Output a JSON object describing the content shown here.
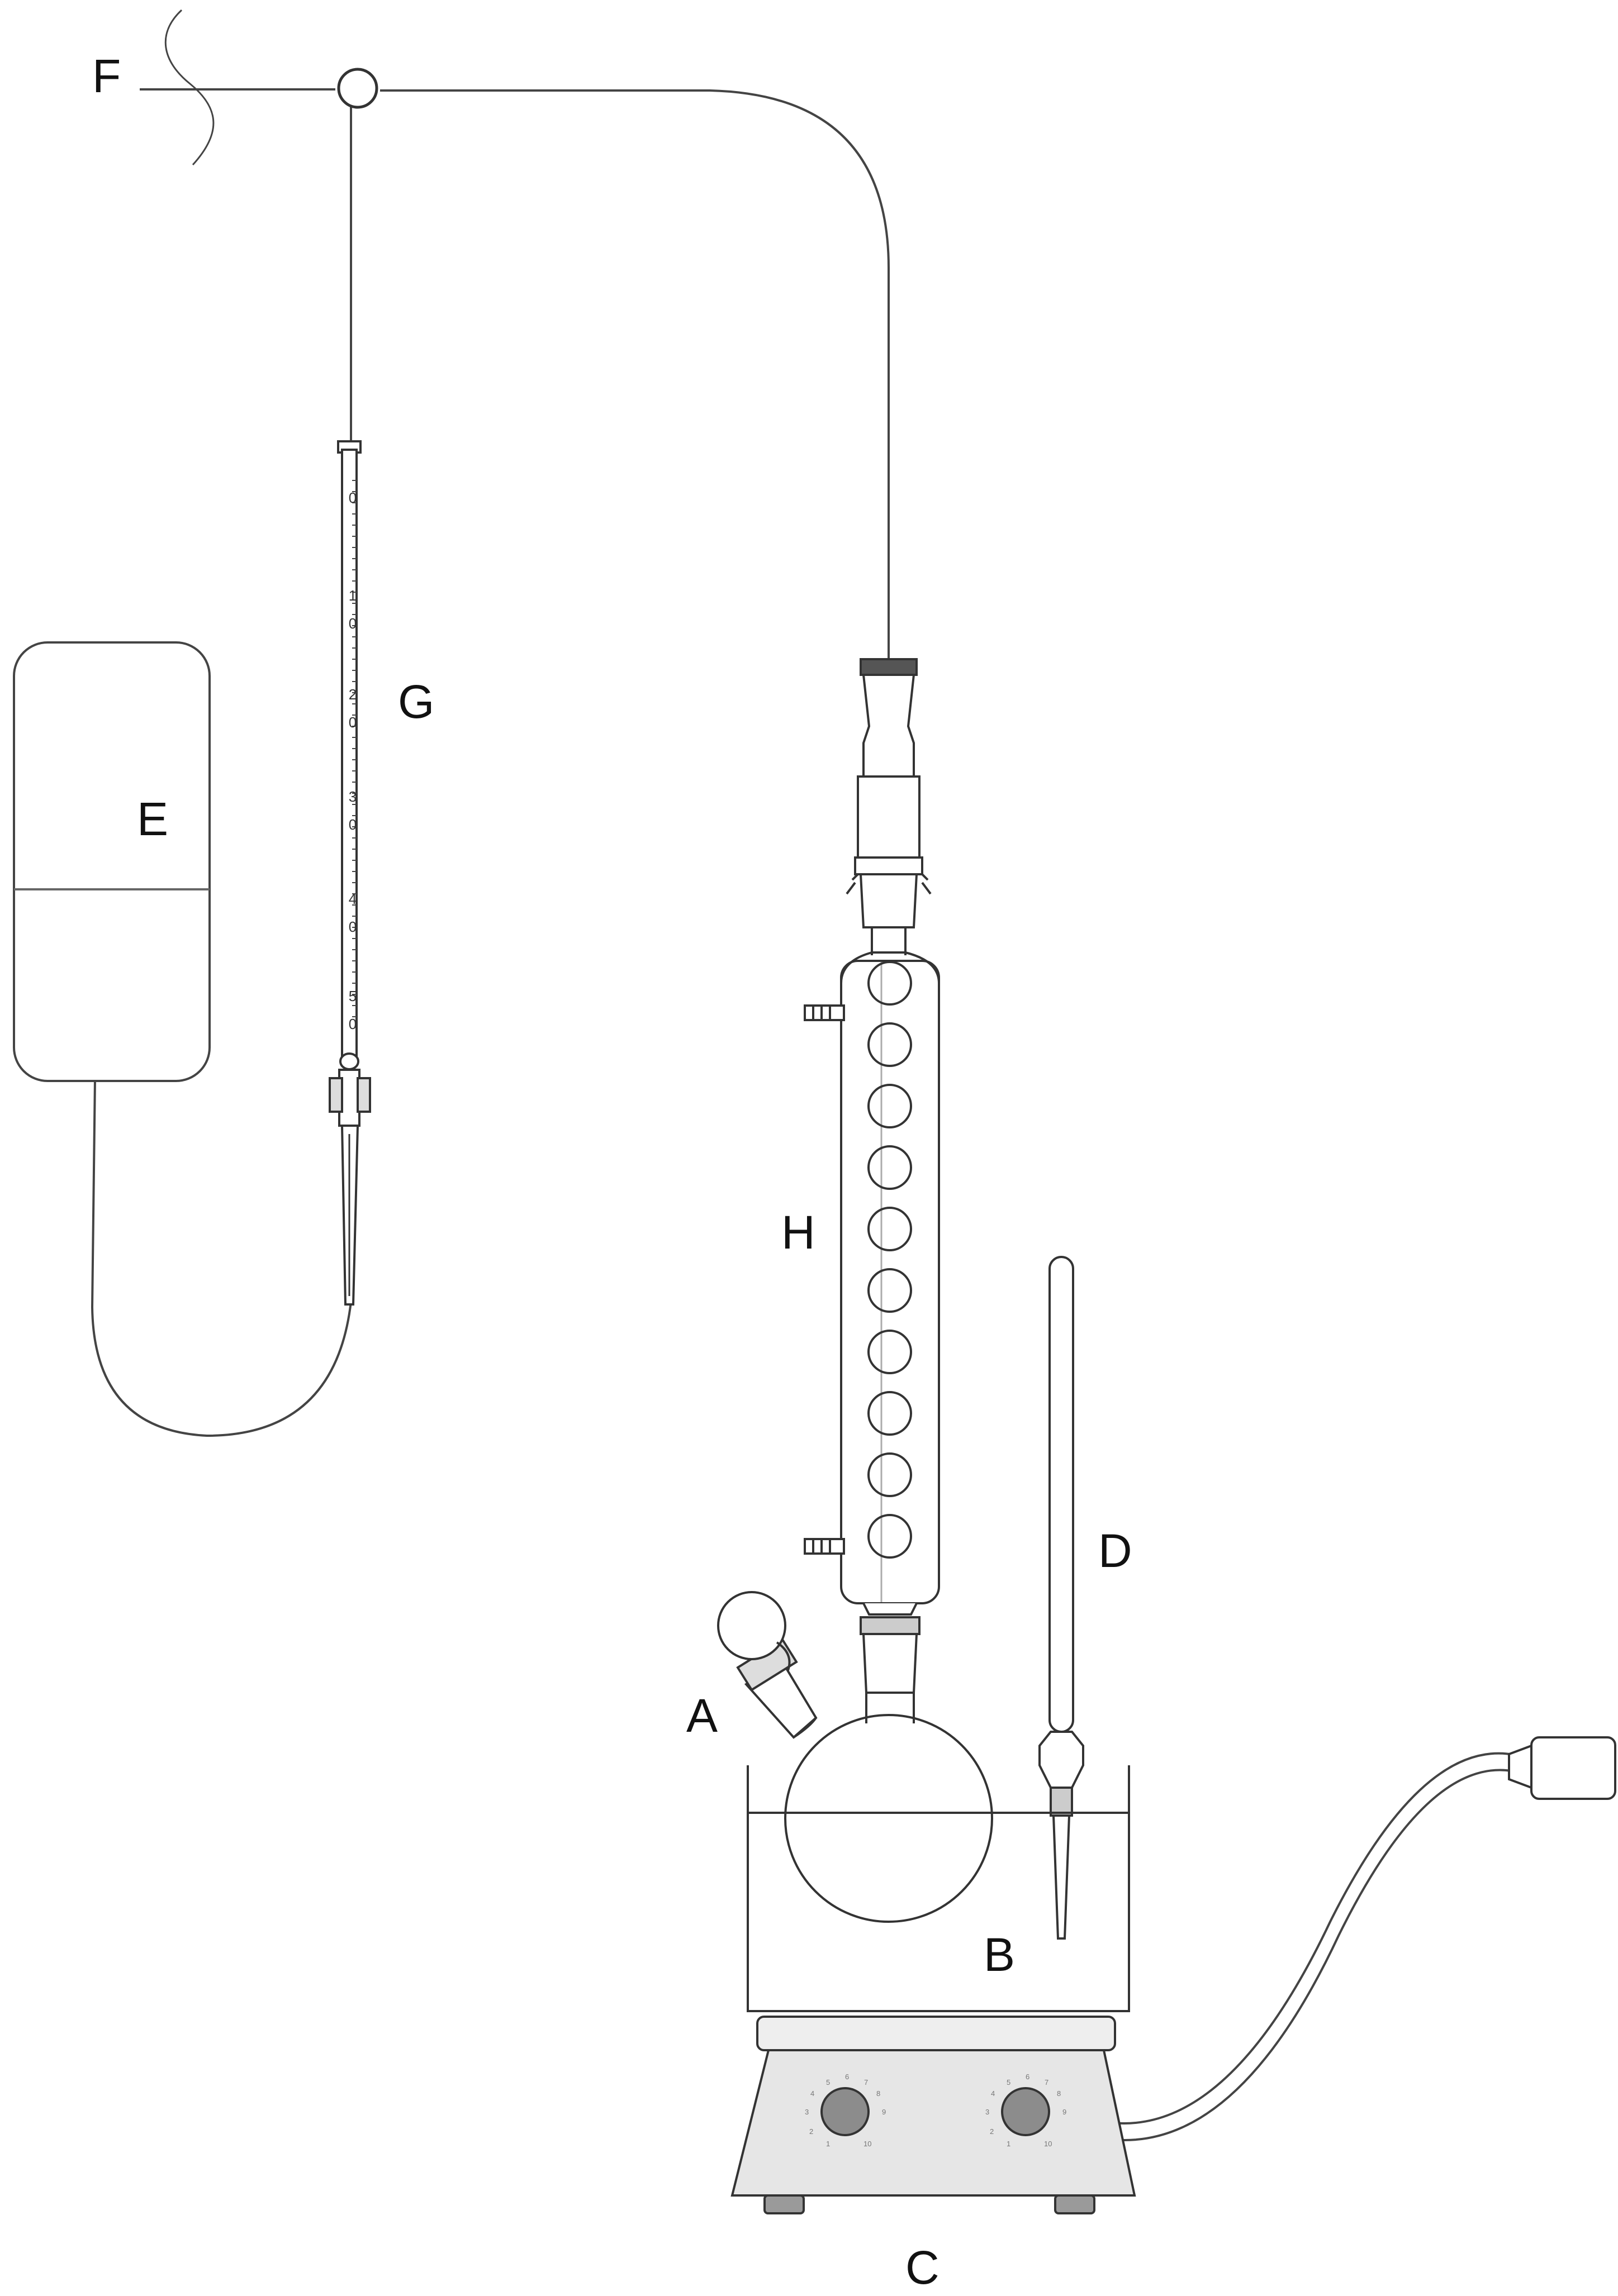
{
  "labels": {
    "A": "A",
    "B": "B",
    "C": "C",
    "D": "D",
    "E": "E",
    "F": "F",
    "G": "G",
    "H": "H"
  },
  "burette_scale": [
    "0",
    "1",
    "0",
    "2",
    "0",
    "3",
    "0",
    "4",
    "0",
    "5",
    "0"
  ],
  "dial_numbers": [
    "5",
    "6",
    "7",
    "4",
    "8",
    "3",
    "9",
    "2",
    "1",
    "10"
  ],
  "colors": {
    "line": "#333333",
    "glass_fill": "#ffffff",
    "knob": "#8c8c8c",
    "hotplate": "#e6e6e6",
    "foot": "#9a9a9a"
  }
}
